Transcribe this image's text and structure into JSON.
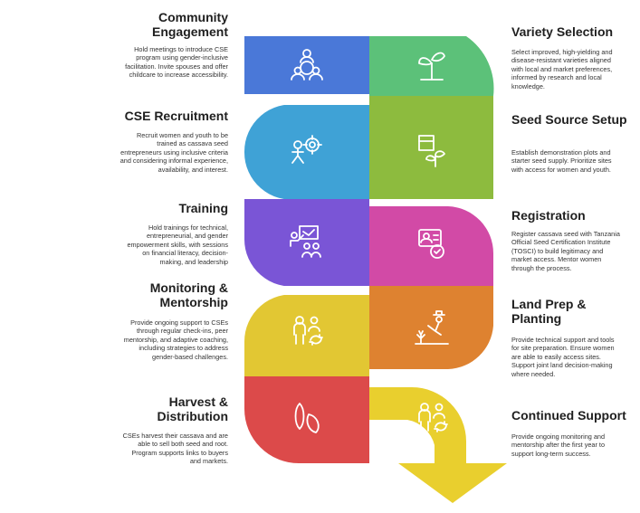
{
  "steps": [
    {
      "title": "Community\nEngagement",
      "desc": "Hold meetings to introduce CSE program using gender-inclusive facilitation. Invite spouses and offer childcare to increase accessibility.",
      "icon": "people-meeting-icon",
      "color": "#4a78d8"
    },
    {
      "title": "Variety Selection",
      "desc": "Select improved, high-yielding and disease-resistant varieties aligned with local and market preferences, informed by research and local knowledge.",
      "icon": "seedling-icon",
      "color": "#5cc179"
    },
    {
      "title": "CSE Recruitment",
      "desc": "Recruit women and youth to be trained as cassava seed entrepreneurs using inclusive criteria and considering informal experience, availability, and interest.",
      "icon": "woman-target-icon",
      "color": "#3fa2d6"
    },
    {
      "title": "Seed Source Setup",
      "desc": "Establish demonstration plots and starter seed supply. Prioritize sites with access for women and youth.",
      "icon": "box-sprout-icon",
      "color": "#8dbb3e"
    },
    {
      "title": "Training",
      "desc": "Hold trainings for technical, entrepreneurial, and gender empowerment skills, with sessions on financial literacy, decision-making, and leadership",
      "icon": "trainer-board-icon",
      "color": "#7a55d6"
    },
    {
      "title": "Registration",
      "desc": "Register cassava seed with Tanzania Official Seed Certification Institute (TOSCI) to build legitimacy and market access. Mentor women through the process.",
      "icon": "certificate-icon",
      "color": "#d24aa6"
    },
    {
      "title": "Monitoring &\nMentorship",
      "desc": "Provide ongoing support to CSEs through regular check-ins, peer mentorship, and adaptive coaching, including strategies to address gender-based challenges.",
      "icon": "mentor-cycle-icon",
      "color": "#e2c733"
    },
    {
      "title": "Land Prep &\nPlanting",
      "desc": "Provide technical support and tools for site preparation. Ensure women are able to easily access sites. Support joint land decision-making where needed.",
      "icon": "farmer-planting-icon",
      "color": "#de8230"
    },
    {
      "title": "Harvest &\nDistribution",
      "desc": "CSEs harvest their cassava and are able to sell both seed and root. Program supports links to buyers and markets.",
      "icon": "cassava-root-icon",
      "color": "#dc4a4a"
    },
    {
      "title": "Continued Support",
      "desc": "Provide ongoing monitoring and mentorship after the first year to support long-term success.",
      "icon": "support-cycle-icon",
      "color": "#e9cf2e"
    }
  ]
}
